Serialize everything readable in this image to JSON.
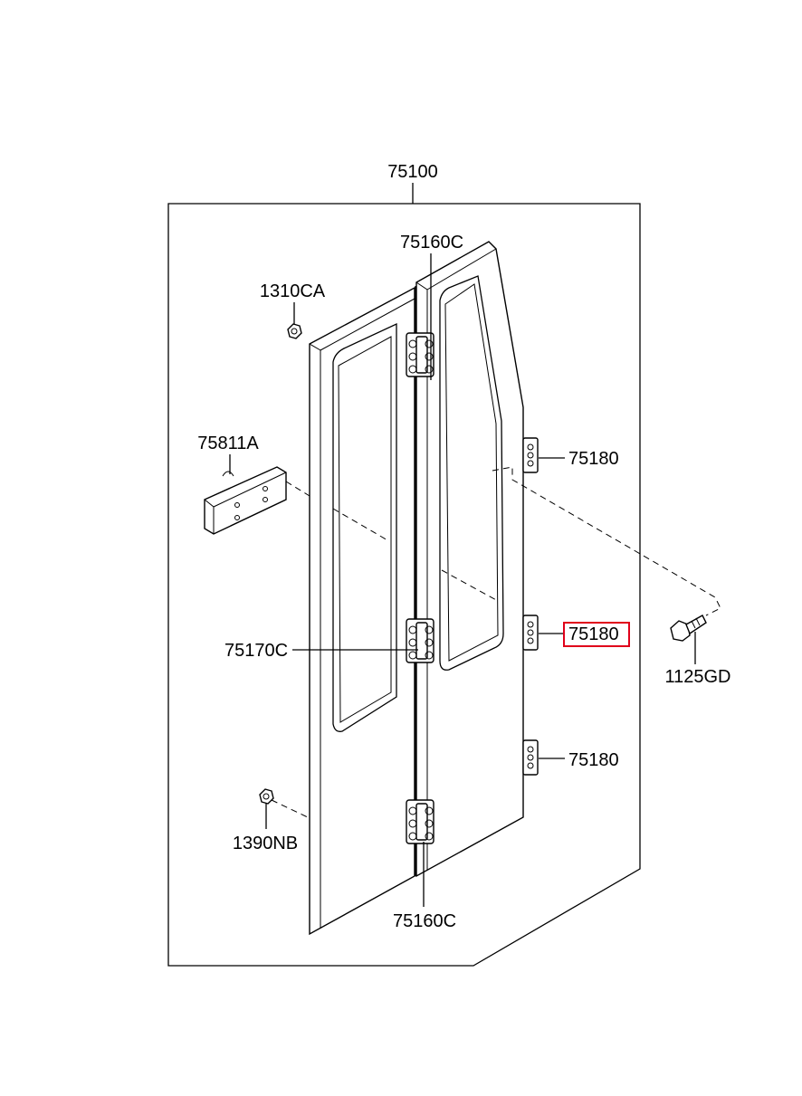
{
  "labels": {
    "assembly": "75100",
    "hinge_top": "75160C",
    "hinge_bottom": "75160C",
    "hinge_middle": "75170C",
    "nut_top": "1310CA",
    "nut_bottom": "1390NB",
    "bracket": "75811A",
    "latch_top": "75180",
    "latch_middle": "75180",
    "latch_bottom": "75180",
    "bolt": "1125GD"
  },
  "highlight": {
    "part": "75180",
    "color": "#e0001a"
  }
}
